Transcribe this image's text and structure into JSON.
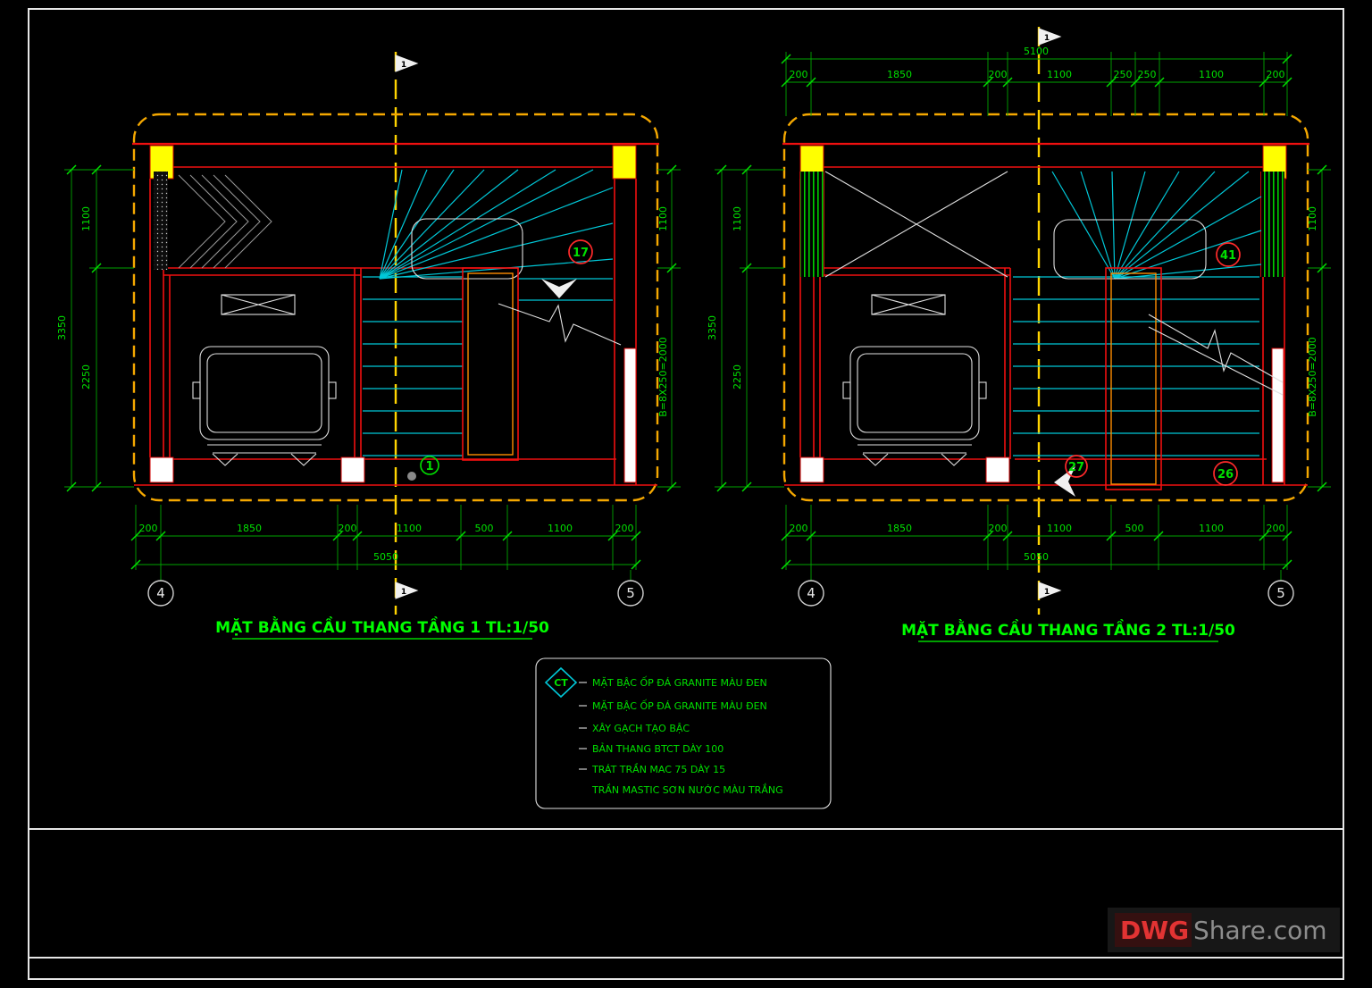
{
  "drawing": {
    "plan1": {
      "title": "MẶT BẰNG CẦU THANG TẦNG 1 TL:1/50",
      "dims_bottom": [
        "200",
        "1850",
        "200",
        "1100",
        "500",
        "1100",
        "200"
      ],
      "total_bottom": "5050",
      "dim_left_top": "1100",
      "dim_left_outer": "3350",
      "dim_left_bottom": "2250",
      "dim_right_top": "1100",
      "dim_right_flight": "B=8X250=2000",
      "grid_left": "4",
      "grid_right": "5",
      "section_mark": "1",
      "step_first": "1",
      "step_last": "17"
    },
    "plan2": {
      "title": "MẶT BẰNG CẦU THANG TẦNG 2 TL:1/50",
      "dims_top": [
        "200",
        "1850",
        "200",
        "1100",
        "250",
        "250",
        "1100",
        "200"
      ],
      "total_top": "5100",
      "dims_bottom": [
        "200",
        "1850",
        "200",
        "1100",
        "500",
        "1100",
        "200"
      ],
      "total_bottom": "5050",
      "dim_left_top": "1100",
      "dim_left_outer": "3350",
      "dim_left_bottom": "2250",
      "dim_right_top": "1100",
      "dim_right_flight": "B=8X250=2000",
      "grid_left": "4",
      "grid_right": "5",
      "section_mark": "1",
      "step_a": "41",
      "step_b": "27",
      "step_c": "26"
    },
    "legend": {
      "symbol": "CT",
      "items": [
        "MẶT BẬC ỐP ĐÁ GRANITE MÀU ĐEN",
        "MẶT BẬC ỐP ĐÁ GRANITE MÀU ĐEN",
        "XÂY GẠCH TẠO BẬC",
        "BẢN THANG BTCT DÀY 100",
        "TRÁT TRẦN MAC 75 DÀY 15",
        "TRẦN MASTIC SƠN NƯỚC MÀU TRẮNG"
      ]
    },
    "watermark": {
      "brand_red": "DWG",
      "brand_gray": "Share.com"
    },
    "colors": {
      "wall": "#f01010",
      "tread": "#00c8d8",
      "dimension": "#00e000",
      "boundary": "#f5a800",
      "centerline": "#ffd400",
      "column_fill": "#ffff00"
    }
  }
}
